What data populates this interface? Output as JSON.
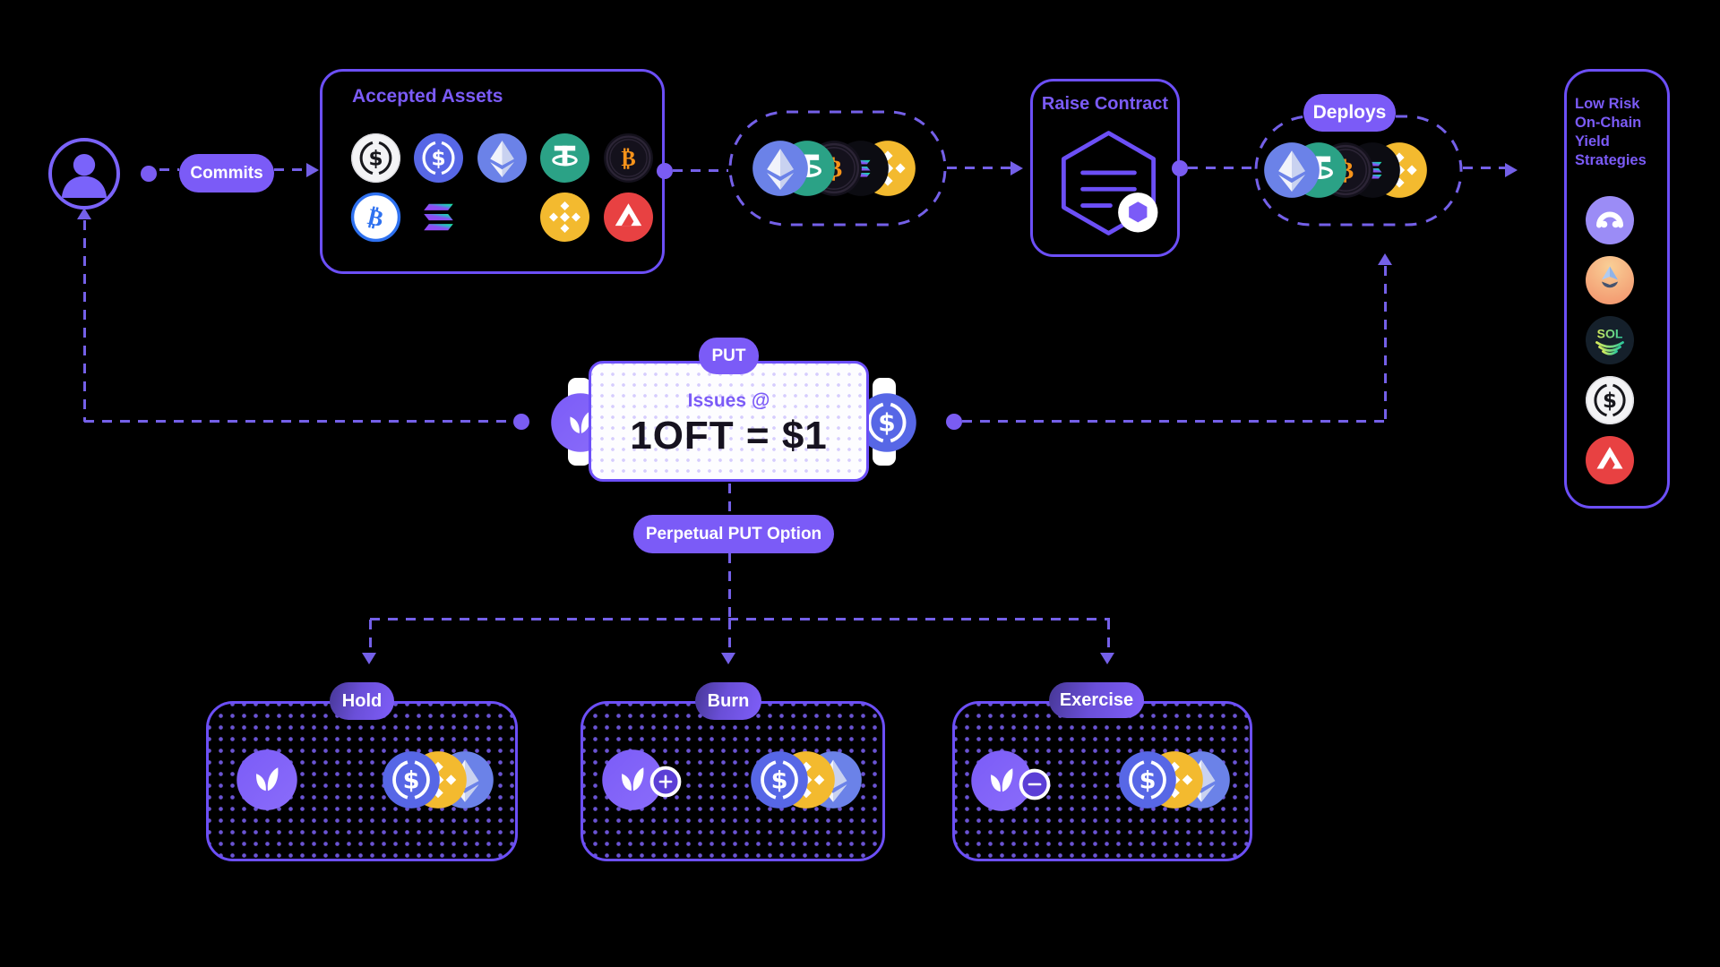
{
  "labels": {
    "commits": "Commits",
    "accepted_assets": "Accepted Assets",
    "raise_contract": "Raise Contract",
    "deploys": "Deploys",
    "put": "PUT",
    "issues_at": "Issues @",
    "formula": "1OFT = $1",
    "perpetual_put": "Perpetual PUT Option"
  },
  "accepted_assets": {
    "row1": [
      "usdlight",
      "usdc",
      "eth",
      "usdt",
      "btcdark"
    ],
    "row2": [
      "btclight",
      "solflat",
      "blank",
      "bnb",
      "avax"
    ]
  },
  "asset_bundle": [
    "eth",
    "usdt",
    "btcdark",
    "soldark",
    "bnb"
  ],
  "strategies": {
    "lines": [
      "Low Risk",
      "On-Chain",
      "Yield",
      "Strategies"
    ],
    "icons": [
      "arc",
      "bsol",
      "solbadge",
      "usdlight",
      "avax"
    ]
  },
  "issue_card": {
    "left_token": "protocol",
    "right_token": "usdc"
  },
  "outcomes": [
    {
      "label": "Hold",
      "token": "protocol",
      "modifier": "",
      "coins": [
        "usdc",
        "bnb",
        "eth"
      ]
    },
    {
      "label": "Burn",
      "token": "protocol",
      "modifier": "plusbadge",
      "coins": [
        "usdc",
        "bnb",
        "eth"
      ]
    },
    {
      "label": "Exercise",
      "token": "protocol",
      "modifier": "minusbadge",
      "coins": [
        "usdc",
        "bnb",
        "eth"
      ]
    }
  ],
  "colors": {
    "background": "#000000",
    "accent": "#7B5BF7",
    "line": "#7460E8",
    "usdc_blue": "#5767E6",
    "tether_green": "#2BA286",
    "bnb_yellow": "#F3BA2F",
    "avax_red": "#E84142",
    "btc_orange": "#F7931A"
  }
}
